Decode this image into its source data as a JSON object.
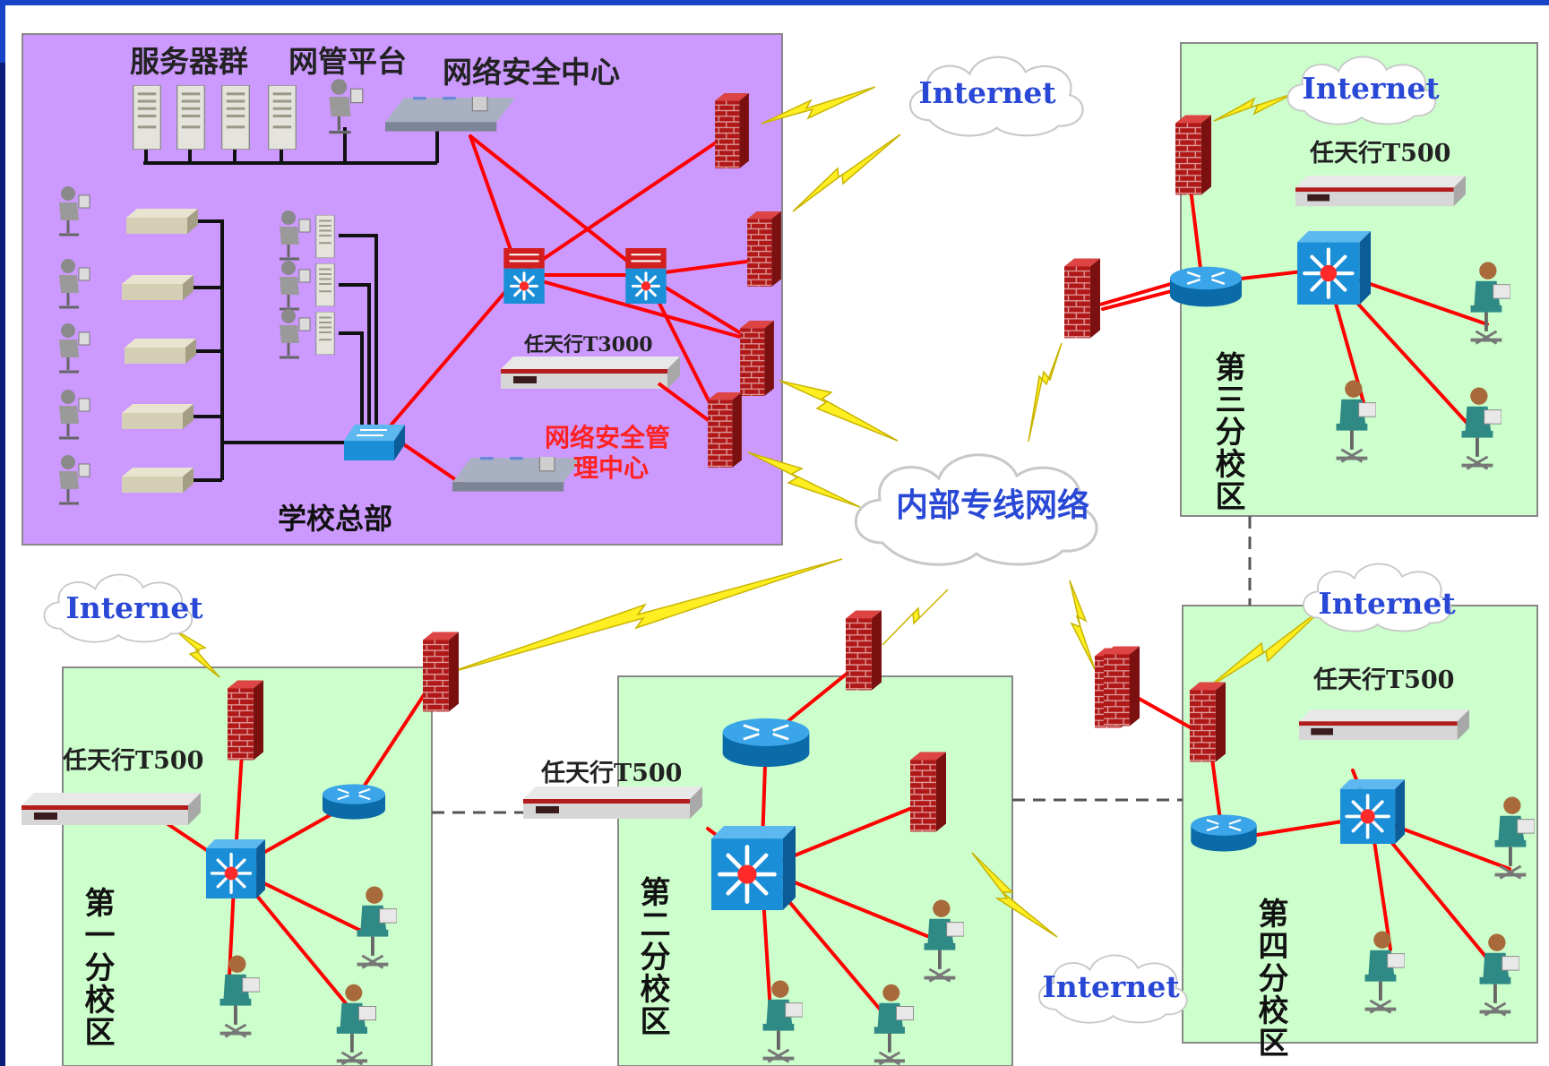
{
  "hq": {
    "title": "学校总部",
    "server_group": "服务器群",
    "nms_platform": "网管平台",
    "security_center": "网络安全中心",
    "security_mgmt_line1": "网络安全管",
    "security_mgmt_line2": "理中心",
    "device": "任天行T3000"
  },
  "core_network": "内部专线网络",
  "internet_label": "Internet",
  "campuses": [
    {
      "key": "c1",
      "name": "第一分校区",
      "device": "任天行T500"
    },
    {
      "key": "c2",
      "name": "第二分校区",
      "device": "任天行T500"
    },
    {
      "key": "c3",
      "name": "第三分校区",
      "device": "任天行T500"
    },
    {
      "key": "c4",
      "name": "第四分校区",
      "device": "任天行T500"
    }
  ],
  "colors": {
    "hq_bg": "#cc99ff",
    "campus_bg": "#ccffcc",
    "link": "#ff0000",
    "lightning": "#ffee22",
    "label_red": "#ff2222",
    "cloud_text": "#2a48d6",
    "frame_blue": "#1845c8"
  }
}
